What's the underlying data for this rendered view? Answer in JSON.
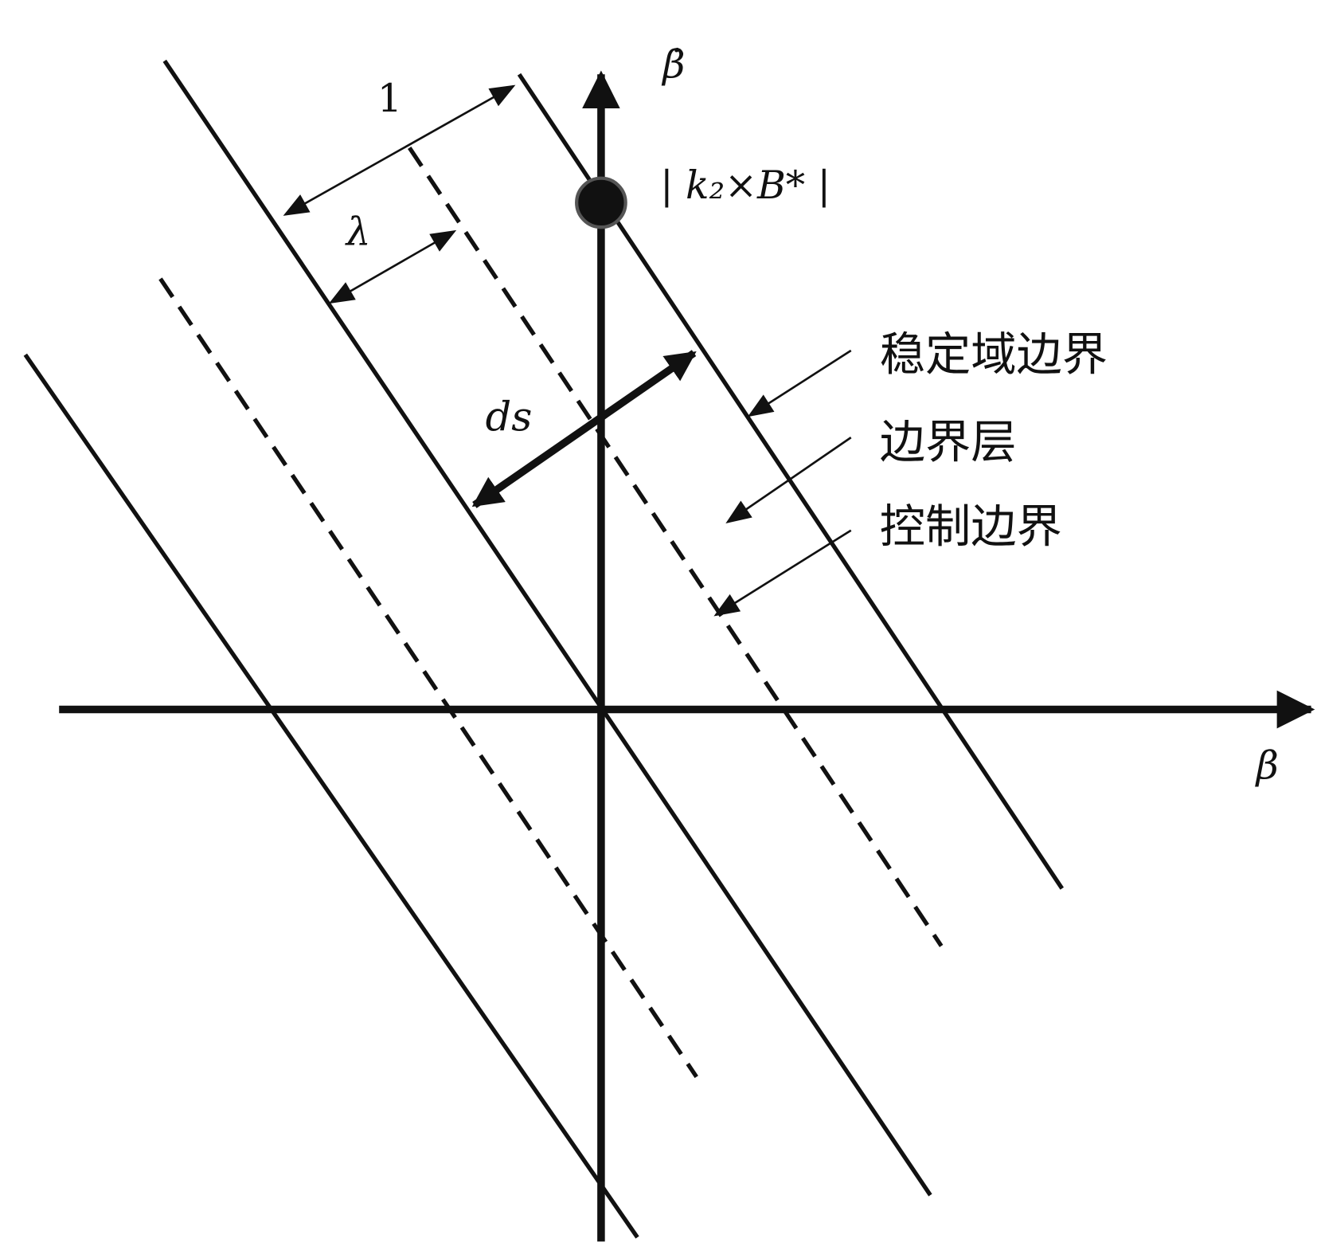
{
  "labels": {
    "y_axis": "β̇",
    "x_axis": "β",
    "unit_width": "1",
    "lambda": "λ",
    "ds": "ds",
    "intercept": "| k₂×B* |",
    "stability_boundary": "稳定域边界",
    "boundary_layer": "边界层",
    "control_boundary": "控制边界"
  },
  "colors": {
    "ink": "#111111",
    "background": "#ffffff"
  }
}
